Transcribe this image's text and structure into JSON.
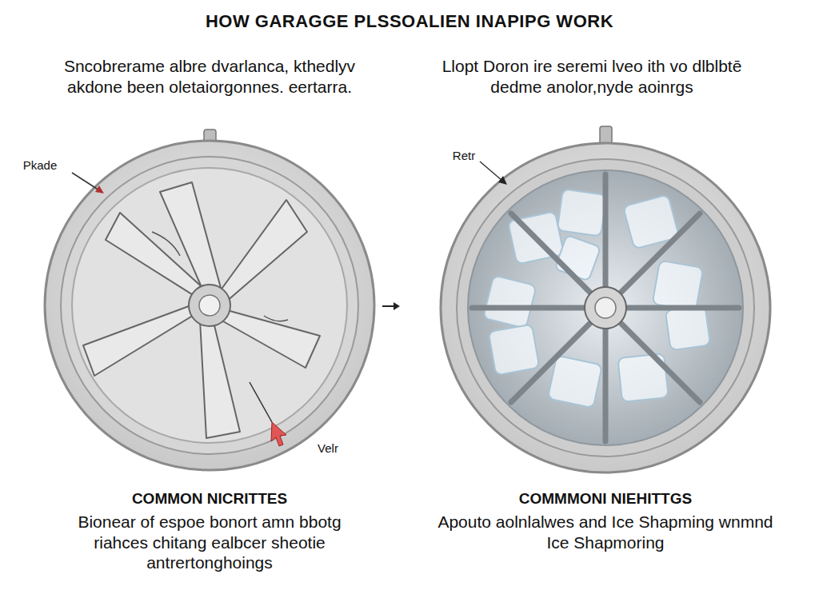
{
  "diagram": {
    "title": "HOW GARAGGE PLSSOALIEN INAPIPG WORK",
    "labels": [
      "Sncobrerame albre dvarlanca, kthedlyv akdone been oletaiorgonnes. eertarra.",
      "Llopt Doron ire seremi lveo ith vo dlblbtē dedme anolor,nyde aoinrgs",
      "Pkade",
      "Velr",
      "Retr",
      "COMMON NICRITTES",
      "Bionear of espoe bonort amn bbotg riahces chitang ealbcer sheotie antrertonghoings",
      "COMMMONI NIEHITTGS",
      "Apouto aolnlalwes and Ice Shapming wnmnd Ice Shapmoring"
    ]
  }
}
